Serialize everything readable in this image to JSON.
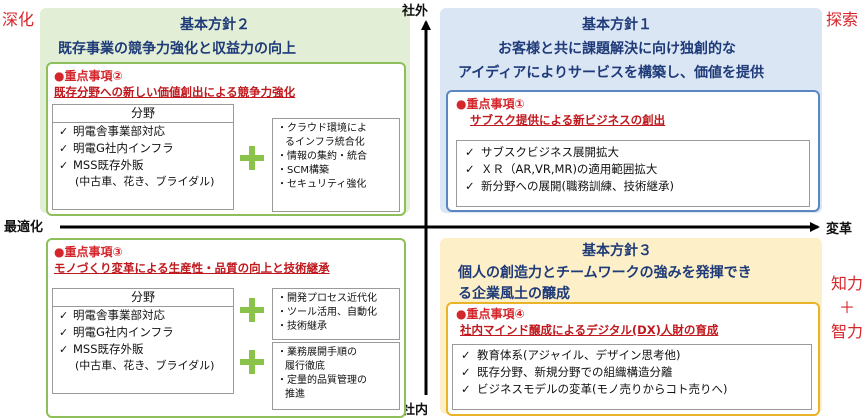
{
  "corners": {
    "top_left": "深化",
    "top_right": "探索",
    "bottom_right_lines": [
      "知力",
      "＋",
      "智力"
    ]
  },
  "axes": {
    "top": "社外",
    "bottom": "社内",
    "left": "最適化",
    "right": "変革"
  },
  "policy2": {
    "title": "基本方針２",
    "subtitle": "既存事業の競争力強化と収益力の向上"
  },
  "policy1": {
    "title": "基本方針１",
    "subtitle_lines": [
      "お客様と共に課題解決に向け独創的な",
      "アイディアによりサービスを構築し、価値を提供"
    ]
  },
  "policy3": {
    "title": "基本方針３",
    "subtitle_lines": [
      "個人の創造力とチームワークの強みを発揮でき",
      "る企業風土の醸成"
    ]
  },
  "focus2": {
    "title": "重点事項②",
    "description": "既存分野への新しい価値創出による競争力強化",
    "field_header": "分野",
    "fields": [
      "明電舎事業部対応",
      "明電G社内インフラ",
      "MSS既存外販"
    ],
    "field_note": "(中古車、花き、ブライダル)",
    "measures": [
      "・クラウド環境によ",
      "るインフラ統合化",
      "・情報の集約・統合",
      "・SCM構築",
      "・セキュリティ強化"
    ]
  },
  "focus1": {
    "title": "重点事項①",
    "description": "サブスク提供による新ビジネスの創出",
    "items": [
      "サブスクビジネス展開拡大",
      "ＸＲ（AR,VR,MR)の適用範囲拡大",
      "新分野への展開(職務訓練、技術継承)"
    ]
  },
  "focus3": {
    "title": "重点事項③",
    "description": "モノづくり変革による生産性・品質の向上と技術継承",
    "field_header": "分野",
    "fields": [
      "明電舎事業部対応",
      "明電G社内インフラ",
      "MSS既存外販"
    ],
    "field_note": "(中古車、花き、ブライダル)",
    "measures_a": [
      "・開発プロセス近代化",
      "・ツール活用、自動化",
      "・技術継承"
    ],
    "measures_b": [
      "・業務展開手順の",
      "履行徹底",
      "・定量的品質管理の",
      "推進"
    ]
  },
  "focus4": {
    "title": "重点事項④",
    "description": "社内マインド醸成によるデジタル(DX)人財の育成",
    "items": [
      "教育体系(アジャイル、デザイン思考他)",
      "既存分野、新規分野での組織構造分離",
      "ビジネスモデルの変革(モノ売りからコト売りへ)"
    ]
  },
  "symbols": {
    "check": "✓",
    "bullet": "●"
  },
  "colors": {
    "green": "#e2efd6",
    "blue": "#dbe6f4",
    "yellow": "#fdf0c8",
    "red": "#d4262b",
    "navy": "#1e3a78"
  }
}
